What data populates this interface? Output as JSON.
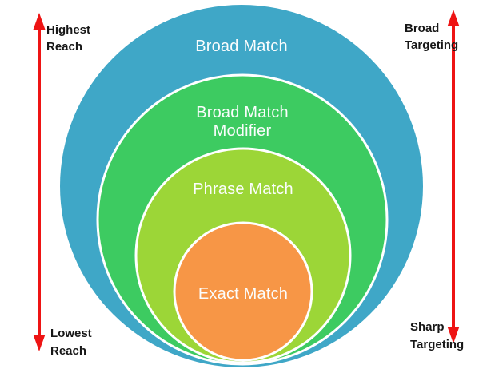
{
  "diagram": {
    "rings": [
      {
        "label": "Broad Match",
        "color": "#3FA7C7"
      },
      {
        "label": "Broad Match Modifier",
        "label_lines": [
          "Broad Match",
          "Modifier"
        ],
        "color": "#3DCB61"
      },
      {
        "label": "Phrase Match",
        "color": "#9CD637"
      },
      {
        "label": "Exact Match",
        "color": "#F79646"
      }
    ],
    "arrows": {
      "color": "#EE1414",
      "left": {
        "top_line1": "Highest",
        "top_line2": "Reach",
        "bottom_line1": "Lowest",
        "bottom_line2": "Reach"
      },
      "right": {
        "top_line1": "Broad",
        "top_line2": "Targeting",
        "bottom_line1": "Sharp",
        "bottom_line2": "Targeting"
      }
    }
  }
}
